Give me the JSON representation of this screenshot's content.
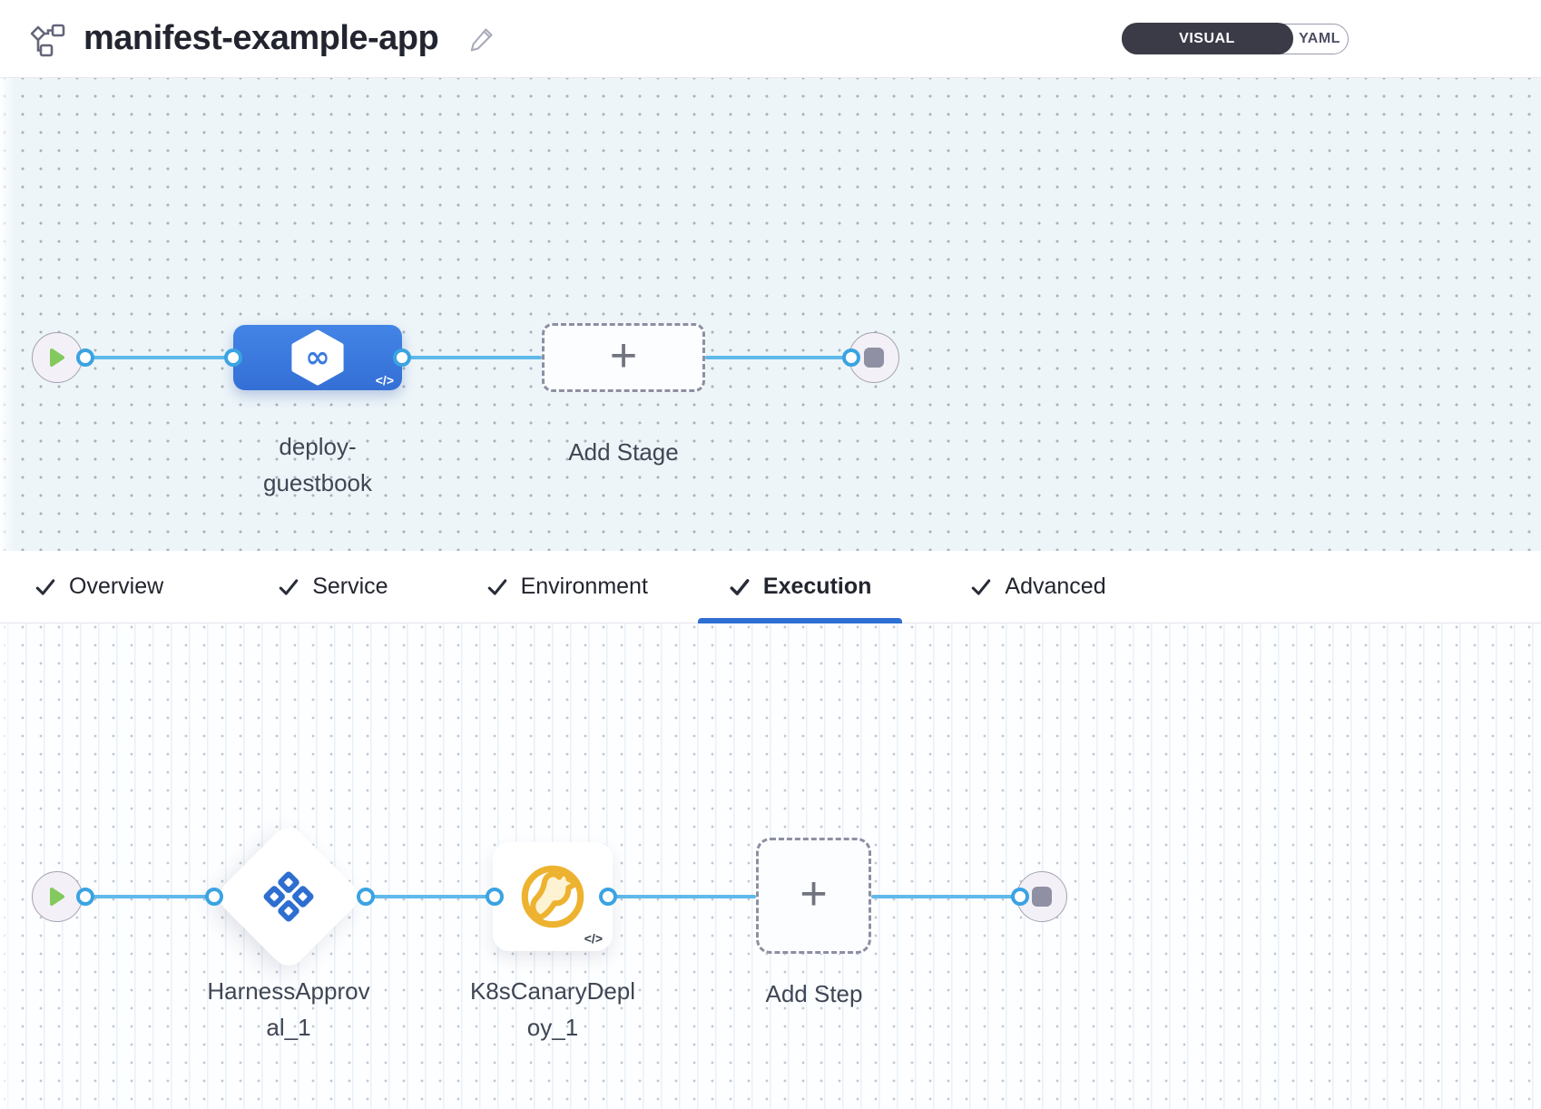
{
  "header": {
    "title": "manifest-example-app",
    "toggle": {
      "visual_label": "VISUAL",
      "yaml_label": "YAML",
      "selected": "VISUAL"
    }
  },
  "icons": {
    "plus": "+",
    "code_badge": "</>",
    "infinity": "∞",
    "check": "✓"
  },
  "colors": {
    "stage_blue": "#3a79dd",
    "connector_blue": "#5fb9eb",
    "active_tab_underline": "#2e6fd3",
    "approval_blue": "#2e6ed0",
    "canary_amber": "#edb330",
    "play_green": "#84c95e"
  },
  "stage_pipeline": {
    "stage_label": "deploy-guestbook",
    "add_stage_label": "Add Stage"
  },
  "tabs": [
    {
      "label": "Overview",
      "active": false
    },
    {
      "label": "Service",
      "active": false
    },
    {
      "label": "Environment",
      "active": false
    },
    {
      "label": "Execution",
      "active": true
    },
    {
      "label": "Advanced",
      "active": false
    }
  ],
  "execution_pipeline": {
    "step1_label": "HarnessApproval_1",
    "step2_label": "K8sCanaryDeploy_1",
    "add_step_label": "Add Step"
  }
}
